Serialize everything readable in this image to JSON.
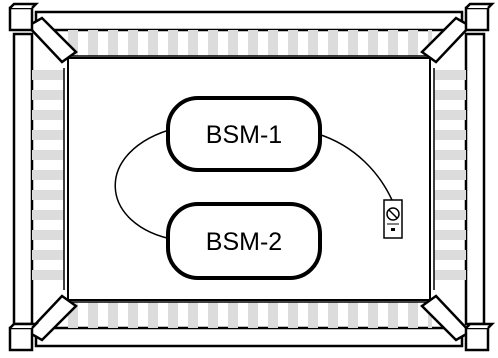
{
  "diagram": {
    "nodes": [
      {
        "id": "bsm1",
        "label": "BSM-1"
      },
      {
        "id": "bsm2",
        "label": "BSM-2"
      }
    ],
    "edges": [
      {
        "from": "bsm1",
        "to": "bsm2",
        "style": "curve-left"
      },
      {
        "from": "bsm1",
        "to": "outlet",
        "style": "curve-right"
      }
    ],
    "device": {
      "icon": "wall-outlet-icon"
    },
    "colors": {
      "stripe": "#dcdcdc",
      "line": "#000000",
      "background": "#ffffff"
    }
  }
}
